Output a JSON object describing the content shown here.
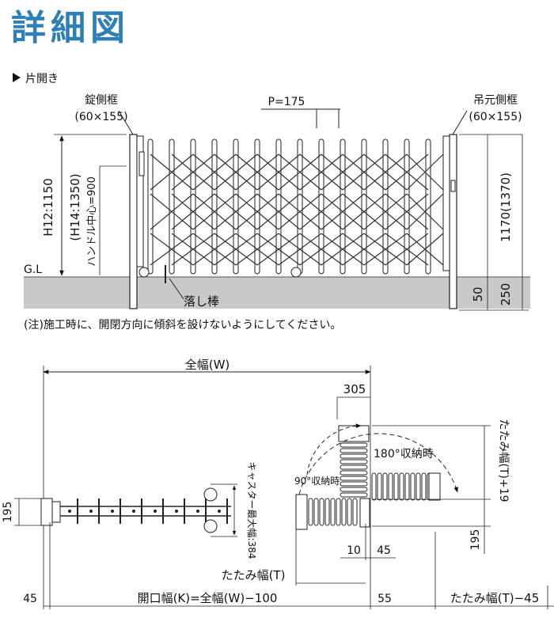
{
  "title": "詳細図",
  "section_label": "片開き",
  "colors": {
    "title": "#2e7fb8",
    "ground": "#c9c9c9",
    "line": "#222222"
  },
  "elevation": {
    "lock_post_label": "錠側框",
    "lock_post_size": "(60×155)",
    "hinge_post_label": "吊元側框",
    "hinge_post_size": "(60×155)",
    "pitch": "P=175",
    "height_h12": "H12:1150",
    "height_h14": "(H14:1350)",
    "handle_center": "ハンドル中心=900",
    "right_height": "1170(1370)",
    "dim_50": "50",
    "dim_250": "250",
    "gl": "G.L",
    "drop_rod": "落し棒",
    "note": "(注)施工時に、開閉方向に傾斜を設けないようにしてください。"
  },
  "plan": {
    "total_width": "全幅(W)",
    "dim_305": "305",
    "angle_180": "180°収納時",
    "angle_90": "90°収納時",
    "folded_plus": "たたみ幅(T)+19",
    "caster_max": "キャスター最大幅:384",
    "dim_195_left": "195",
    "dim_195_right": "195",
    "dim_10": "10",
    "dim_45_mid": "45",
    "folded_width": "たたみ幅(T)",
    "opening_width": "開口幅(K)=全幅(W)−100",
    "dim_45_left": "45",
    "dim_55": "55",
    "folded_minus": "たたみ幅(T)−45"
  }
}
